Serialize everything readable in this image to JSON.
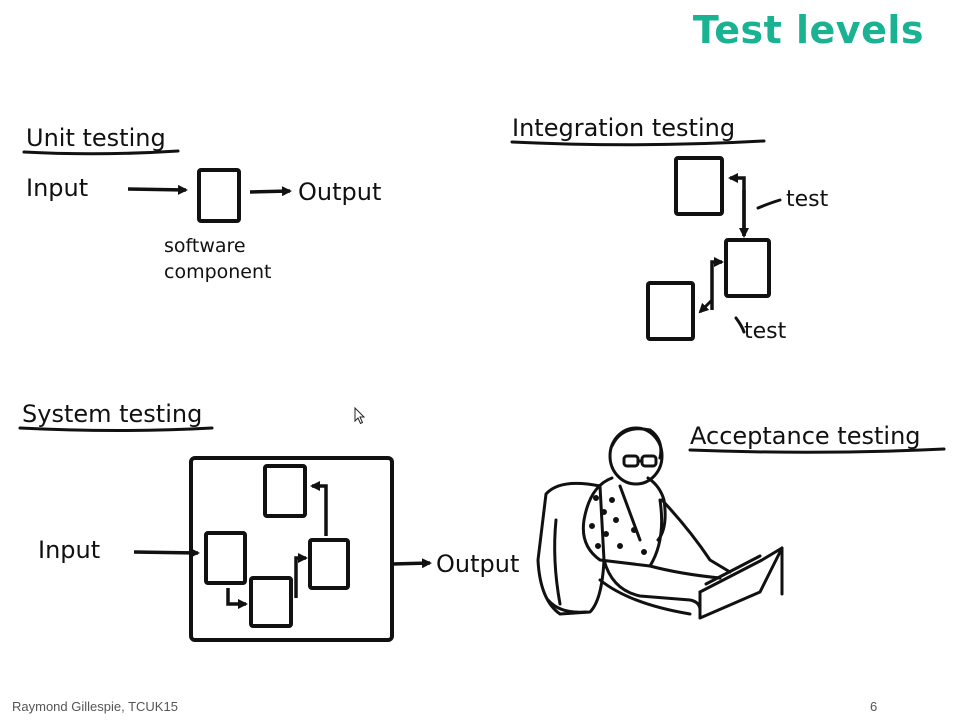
{
  "slide": {
    "title": "Test levels",
    "footer_author": "Raymond Gillespie, TCUK15",
    "page_number": "6"
  },
  "unit": {
    "heading": "Unit testing",
    "input_label": "Input",
    "output_label": "Output",
    "component_line1": "software",
    "component_line2": "component"
  },
  "integration": {
    "heading": "Integration testing",
    "test_label_top": "test",
    "test_label_bottom": "test"
  },
  "system": {
    "heading": "System testing",
    "input_label": "Input",
    "output_label": "Output"
  },
  "acceptance": {
    "heading": "Acceptance testing"
  },
  "colors": {
    "title": "#19b394",
    "ink": "#111111"
  },
  "icons": [
    "mouse-cursor-icon",
    "person-at-computer-illustration"
  ]
}
